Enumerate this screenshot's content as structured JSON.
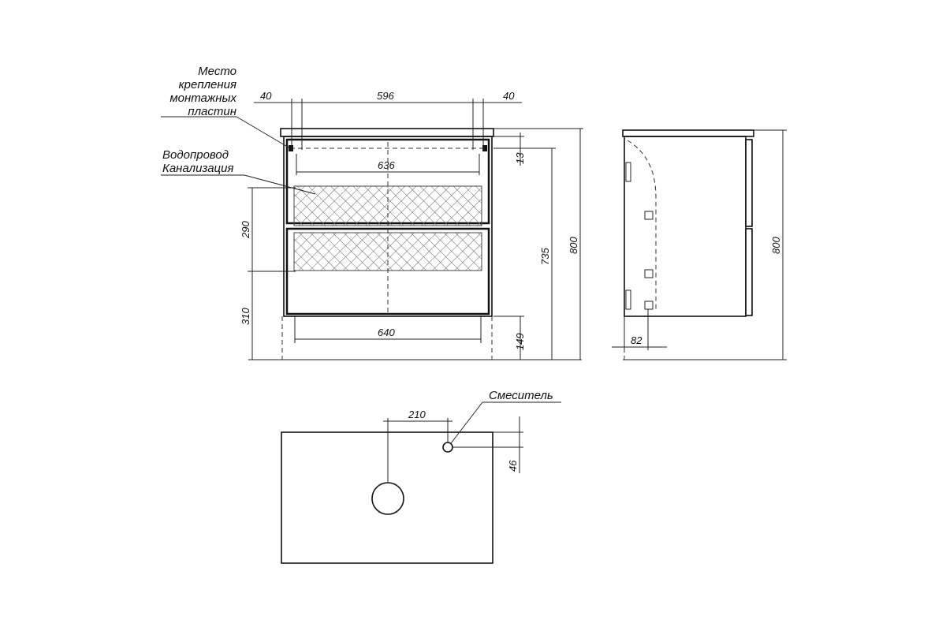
{
  "labels": {
    "mounting_plates": [
      "Место",
      "крепления",
      "монтажных",
      "пластин"
    ],
    "plumbing": [
      "Водопровод",
      "Канализация"
    ],
    "mixer": "Смеситель"
  },
  "front_view": {
    "dims": {
      "left_offset": "40",
      "plate_span": "596",
      "right_offset": "40",
      "inner_width": "636",
      "top_gap": "13",
      "zone_height": "290",
      "bottom_zone": "310",
      "bottom_width": "640",
      "leg_height": "149",
      "body_height": "735",
      "total_height": "800"
    }
  },
  "side_view": {
    "dims": {
      "total_height": "800",
      "depth_offset": "82"
    }
  },
  "top_view": {
    "dims": {
      "mixer_offset": "210",
      "mixer_edge": "46"
    }
  }
}
